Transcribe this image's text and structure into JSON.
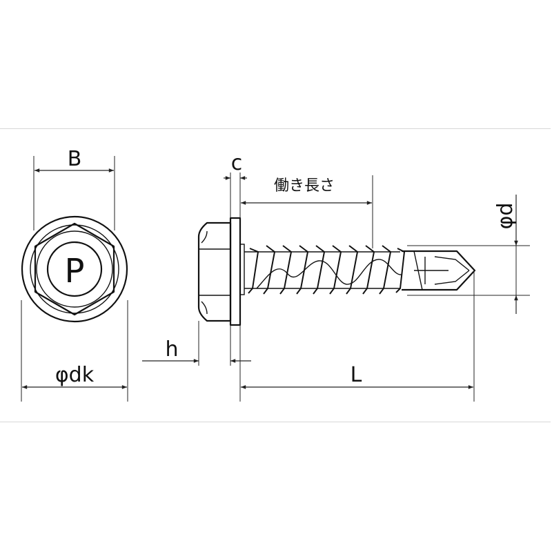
{
  "diagram": {
    "labels": {
      "B": "B",
      "c": "c",
      "working_length": "働き長さ",
      "phi_d": "φd",
      "h": "h",
      "L": "L",
      "phi_dk": "φdk",
      "head_mark": "P"
    },
    "colors": {
      "line": "#111111",
      "background": "#ffffff",
      "frame": "#d6d6d6"
    }
  }
}
